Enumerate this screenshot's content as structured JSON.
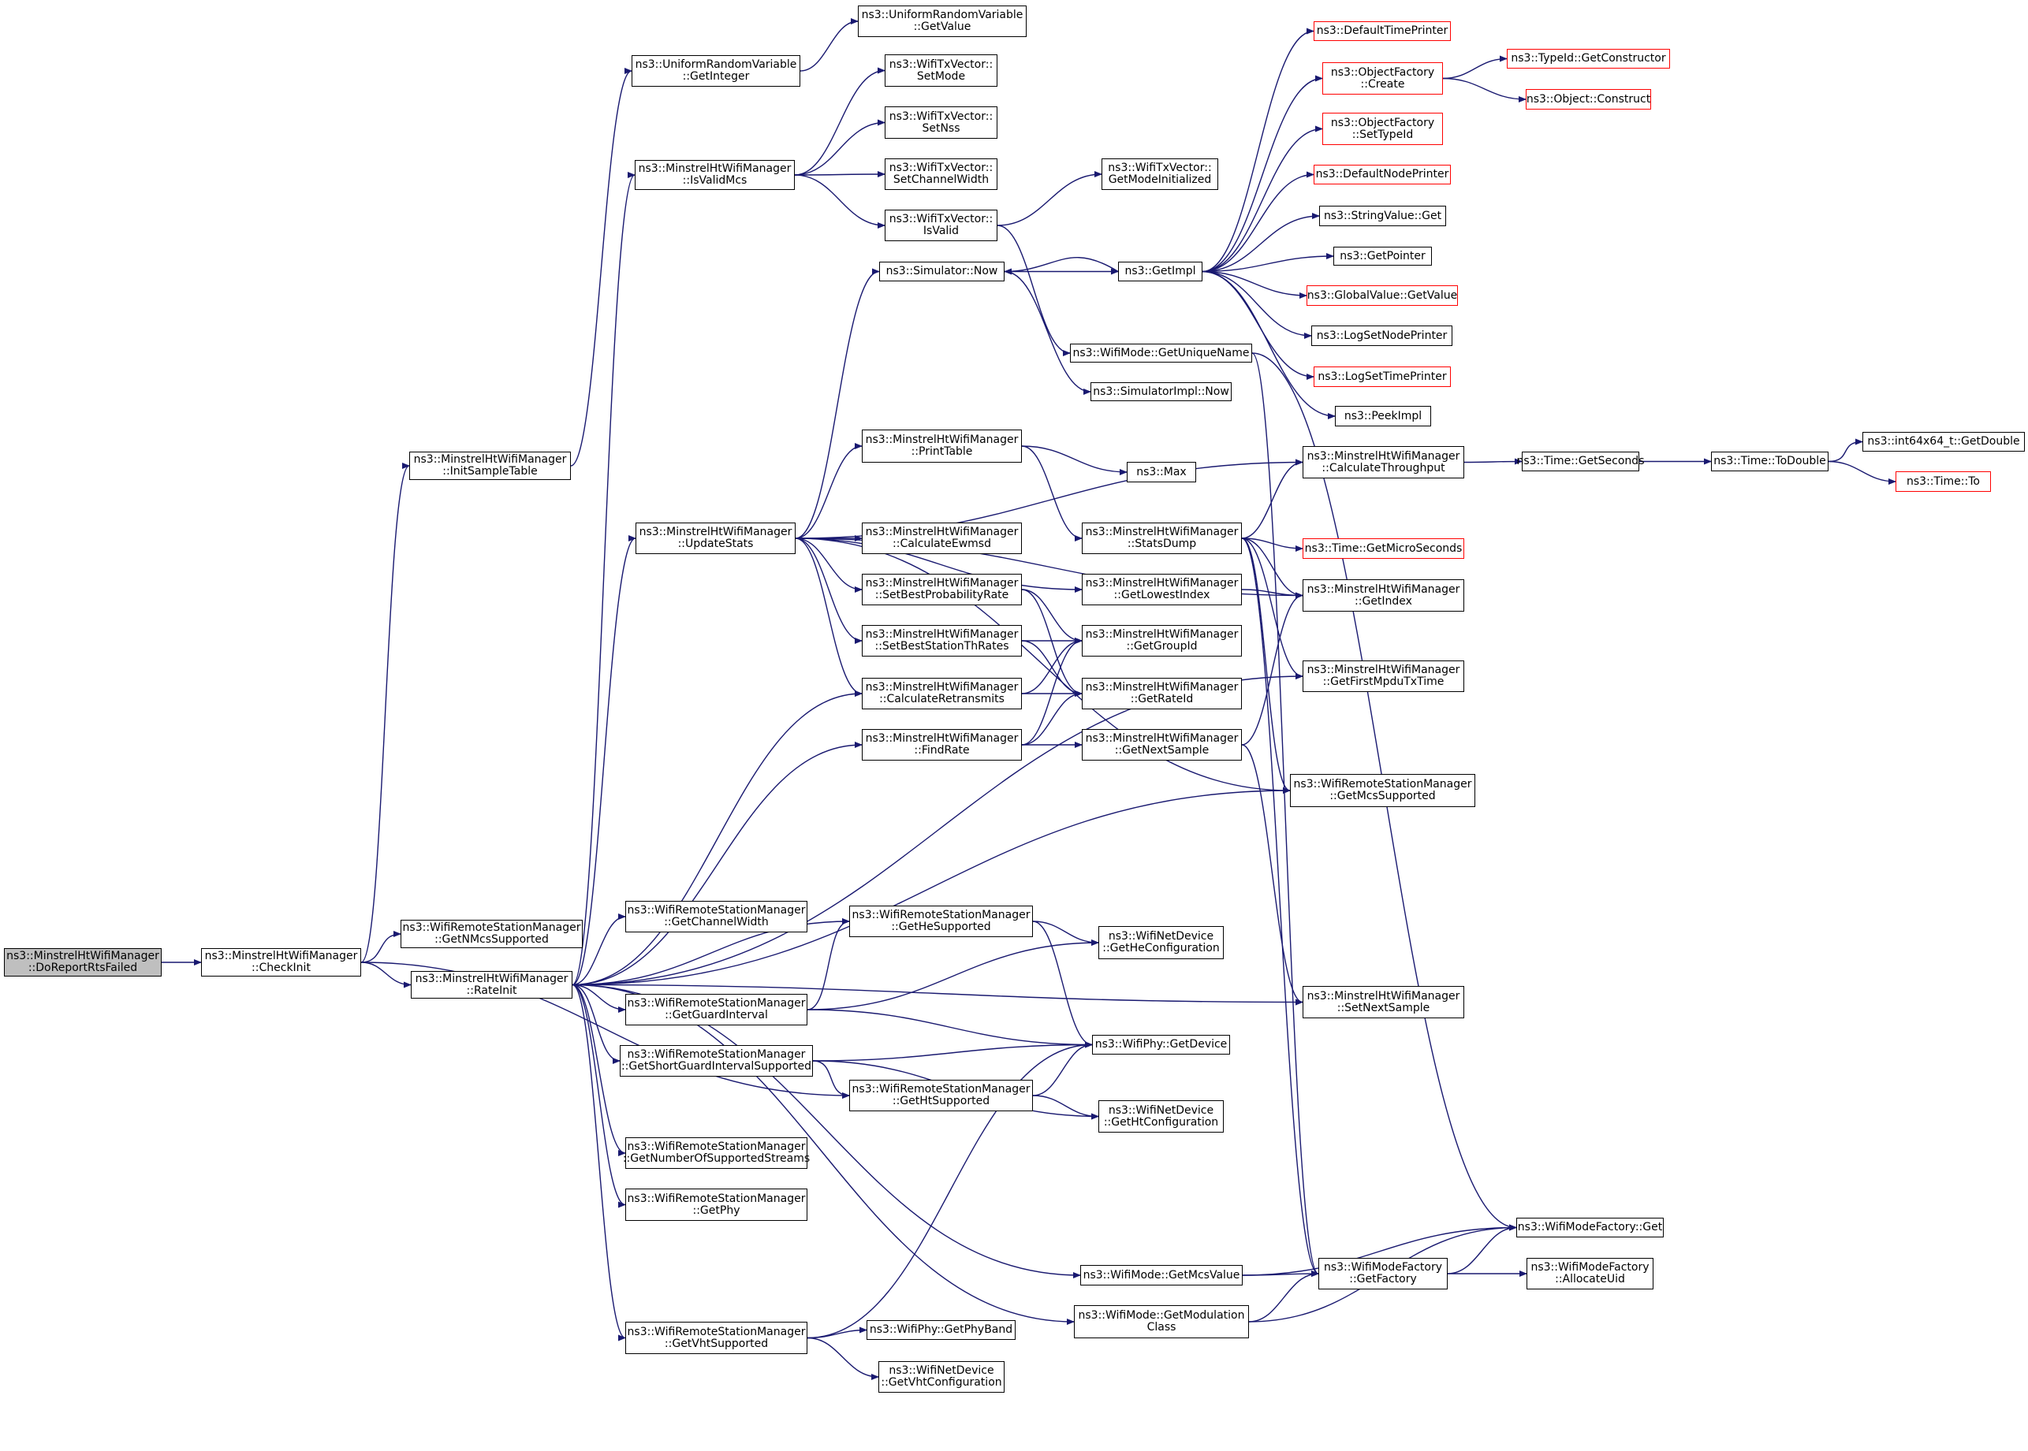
{
  "colors": {
    "edge": "#191970",
    "node_border": "#000000",
    "truncated_border": "#ff0000",
    "root_fill": "#bfbfbf",
    "background": "#ffffff"
  },
  "nodes": [
    {
      "id": "doreport",
      "lines": [
        "ns3::MinstrelHtWifiManager",
        "::DoReportRtsFailed"
      ],
      "style": "root"
    },
    {
      "id": "checkinit",
      "lines": [
        "ns3::MinstrelHtWifiManager",
        "::CheckInit"
      ],
      "style": "normal"
    },
    {
      "id": "initsample",
      "lines": [
        "ns3::MinstrelHtWifiManager",
        "::InitSampleTable"
      ],
      "style": "normal"
    },
    {
      "id": "getnmcs",
      "lines": [
        "ns3::WifiRemoteStationManager",
        "::GetNMcsSupported"
      ],
      "style": "normal"
    },
    {
      "id": "rateinit",
      "lines": [
        "ns3::MinstrelHtWifiManager",
        "::RateInit"
      ],
      "style": "normal"
    },
    {
      "id": "urv_getint",
      "lines": [
        "ns3::UniformRandomVariable",
        "::GetInteger"
      ],
      "style": "normal"
    },
    {
      "id": "urv_getval",
      "lines": [
        "ns3::UniformRandomVariable",
        "::GetValue"
      ],
      "style": "normal"
    },
    {
      "id": "isvalidmcs",
      "lines": [
        "ns3::MinstrelHtWifiManager",
        "::IsValidMcs"
      ],
      "style": "normal"
    },
    {
      "id": "setmode",
      "lines": [
        "ns3::WifiTxVector::",
        "SetMode"
      ],
      "style": "normal"
    },
    {
      "id": "setnss",
      "lines": [
        "ns3::WifiTxVector::",
        "SetNss"
      ],
      "style": "normal"
    },
    {
      "id": "setchw",
      "lines": [
        "ns3::WifiTxVector::",
        "SetChannelWidth"
      ],
      "style": "normal"
    },
    {
      "id": "isvalid",
      "lines": [
        "ns3::WifiTxVector::",
        "IsValid"
      ],
      "style": "normal"
    },
    {
      "id": "getmodeinit",
      "lines": [
        "ns3::WifiTxVector::",
        "GetModeInitialized"
      ],
      "style": "normal"
    },
    {
      "id": "simnow",
      "lines": [
        "ns3::Simulator::Now"
      ],
      "style": "normal"
    },
    {
      "id": "getimpl",
      "lines": [
        "ns3::GetImpl"
      ],
      "style": "normal"
    },
    {
      "id": "getuniquename",
      "lines": [
        "ns3::WifiMode::GetUniqueName"
      ],
      "style": "normal"
    },
    {
      "id": "simimplnow",
      "lines": [
        "ns3::SimulatorImpl::Now"
      ],
      "style": "normal"
    },
    {
      "id": "deftimeprinter",
      "lines": [
        "ns3::DefaultTimePrinter"
      ],
      "style": "red"
    },
    {
      "id": "ofcreate",
      "lines": [
        "ns3::ObjectFactory",
        "::Create"
      ],
      "style": "red"
    },
    {
      "id": "typeidgetctor",
      "lines": [
        "ns3::TypeId::GetConstructor"
      ],
      "style": "red"
    },
    {
      "id": "objconstruct",
      "lines": [
        "ns3::Object::Construct"
      ],
      "style": "red"
    },
    {
      "id": "ofsettypeid",
      "lines": [
        "ns3::ObjectFactory",
        "::SetTypeId"
      ],
      "style": "red"
    },
    {
      "id": "defnodeprinter",
      "lines": [
        "ns3::DefaultNodePrinter"
      ],
      "style": "red"
    },
    {
      "id": "stringvalueget",
      "lines": [
        "ns3::StringValue::Get"
      ],
      "style": "normal"
    },
    {
      "id": "getpointer",
      "lines": [
        "ns3::GetPointer"
      ],
      "style": "normal"
    },
    {
      "id": "globalvaluegetvalue",
      "lines": [
        "ns3::GlobalValue::GetValue"
      ],
      "style": "red"
    },
    {
      "id": "logsetnodeprinter",
      "lines": [
        "ns3::LogSetNodePrinter"
      ],
      "style": "normal"
    },
    {
      "id": "logsettimeprinter",
      "lines": [
        "ns3::LogSetTimePrinter"
      ],
      "style": "red"
    },
    {
      "id": "peekimpl",
      "lines": [
        "ns3::PeekImpl"
      ],
      "style": "normal"
    },
    {
      "id": "calcthroughput",
      "lines": [
        "ns3::MinstrelHtWifiManager",
        "::CalculateThroughput"
      ],
      "style": "normal"
    },
    {
      "id": "timegetseconds",
      "lines": [
        "ns3::Time::GetSeconds"
      ],
      "style": "normal"
    },
    {
      "id": "timetodouble",
      "lines": [
        "ns3::Time::ToDouble"
      ],
      "style": "normal"
    },
    {
      "id": "int64getdouble",
      "lines": [
        "ns3::int64x64_t::GetDouble"
      ],
      "style": "normal"
    },
    {
      "id": "timeto",
      "lines": [
        "ns3::Time::To"
      ],
      "style": "red"
    },
    {
      "id": "updatestats",
      "lines": [
        "ns3::MinstrelHtWifiManager",
        "::UpdateStats"
      ],
      "style": "normal"
    },
    {
      "id": "printtable",
      "lines": [
        "ns3::MinstrelHtWifiManager",
        "::PrintTable"
      ],
      "style": "normal"
    },
    {
      "id": "ns3max",
      "lines": [
        "ns3::Max"
      ],
      "style": "normal"
    },
    {
      "id": "statsdump",
      "lines": [
        "ns3::MinstrelHtWifiManager",
        "::StatsDump"
      ],
      "style": "normal"
    },
    {
      "id": "timegetmicro",
      "lines": [
        "ns3::Time::GetMicroSeconds"
      ],
      "style": "red"
    },
    {
      "id": "calcewmsd",
      "lines": [
        "ns3::MinstrelHtWifiManager",
        "::CalculateEwmsd"
      ],
      "style": "normal"
    },
    {
      "id": "getlowestindex",
      "lines": [
        "ns3::MinstrelHtWifiManager",
        "::GetLowestIndex"
      ],
      "style": "normal"
    },
    {
      "id": "getindex",
      "lines": [
        "ns3::MinstrelHtWifiManager",
        "::GetIndex"
      ],
      "style": "normal"
    },
    {
      "id": "setbestprob",
      "lines": [
        "ns3::MinstrelHtWifiManager",
        "::SetBestProbabilityRate"
      ],
      "style": "normal"
    },
    {
      "id": "setbeststation",
      "lines": [
        "ns3::MinstrelHtWifiManager",
        "::SetBestStationThRates"
      ],
      "style": "normal"
    },
    {
      "id": "getgroupid",
      "lines": [
        "ns3::MinstrelHtWifiManager",
        "::GetGroupId"
      ],
      "style": "normal"
    },
    {
      "id": "getfirstmpdu",
      "lines": [
        "ns3::MinstrelHtWifiManager",
        "::GetFirstMpduTxTime"
      ],
      "style": "normal"
    },
    {
      "id": "calcretransmits",
      "lines": [
        "ns3::MinstrelHtWifiManager",
        "::CalculateRetransmits"
      ],
      "style": "normal"
    },
    {
      "id": "getrateid",
      "lines": [
        "ns3::MinstrelHtWifiManager",
        "::GetRateId"
      ],
      "style": "normal"
    },
    {
      "id": "findrate",
      "lines": [
        "ns3::MinstrelHtWifiManager",
        "::FindRate"
      ],
      "style": "normal"
    },
    {
      "id": "getnextsample",
      "lines": [
        "ns3::MinstrelHtWifiManager",
        "::GetNextSample"
      ],
      "style": "normal"
    },
    {
      "id": "getmcssupported",
      "lines": [
        "ns3::WifiRemoteStationManager",
        "::GetMcsSupported"
      ],
      "style": "normal"
    },
    {
      "id": "getchannelwidth",
      "lines": [
        "ns3::WifiRemoteStationManager",
        "::GetChannelWidth"
      ],
      "style": "normal"
    },
    {
      "id": "gethesupported",
      "lines": [
        "ns3::WifiRemoteStationManager",
        "::GetHeSupported"
      ],
      "style": "normal"
    },
    {
      "id": "wndgethecfg",
      "lines": [
        "ns3::WifiNetDevice",
        "::GetHeConfiguration"
      ],
      "style": "normal"
    },
    {
      "id": "setnextsample",
      "lines": [
        "ns3::MinstrelHtWifiManager",
        "::SetNextSample"
      ],
      "style": "normal"
    },
    {
      "id": "getguardinterval",
      "lines": [
        "ns3::WifiRemoteStationManager",
        "::GetGuardInterval"
      ],
      "style": "normal"
    },
    {
      "id": "wifiphygetdevice",
      "lines": [
        "ns3::WifiPhy::GetDevice"
      ],
      "style": "normal"
    },
    {
      "id": "getsgisupported",
      "lines": [
        "ns3::WifiRemoteStationManager",
        "::GetShortGuardIntervalSupported"
      ],
      "style": "normal"
    },
    {
      "id": "gethtsupported",
      "lines": [
        "ns3::WifiRemoteStationManager",
        "::GetHtSupported"
      ],
      "style": "normal"
    },
    {
      "id": "wndgethtcfg",
      "lines": [
        "ns3::WifiNetDevice",
        "::GetHtConfiguration"
      ],
      "style": "normal"
    },
    {
      "id": "getnumstreams",
      "lines": [
        "ns3::WifiRemoteStationManager",
        "::GetNumberOfSupportedStreams"
      ],
      "style": "normal"
    },
    {
      "id": "getphy",
      "lines": [
        "ns3::WifiRemoteStationManager",
        "::GetPhy"
      ],
      "style": "normal"
    },
    {
      "id": "wmfget",
      "lines": [
        "ns3::WifiModeFactory::Get"
      ],
      "style": "normal"
    },
    {
      "id": "getmcsvalue",
      "lines": [
        "ns3::WifiMode::GetMcsValue"
      ],
      "style": "normal"
    },
    {
      "id": "wmfgetfactory",
      "lines": [
        "ns3::WifiModeFactory",
        "::GetFactory"
      ],
      "style": "normal"
    },
    {
      "id": "wmfallocateuid",
      "lines": [
        "ns3::WifiModeFactory",
        "::AllocateUid"
      ],
      "style": "normal"
    },
    {
      "id": "getmodclass",
      "lines": [
        "ns3::WifiMode::GetModulation",
        "Class"
      ],
      "style": "normal"
    },
    {
      "id": "getvhtsupported",
      "lines": [
        "ns3::WifiRemoteStationManager",
        "::GetVhtSupported"
      ],
      "style": "normal"
    },
    {
      "id": "getphyband",
      "lines": [
        "ns3::WifiPhy::GetPhyBand"
      ],
      "style": "normal"
    },
    {
      "id": "wndgetvhtcfg",
      "lines": [
        "ns3::WifiNetDevice",
        "::GetVhtConfiguration"
      ],
      "style": "normal"
    }
  ],
  "edges": [
    [
      "doreport",
      "checkinit"
    ],
    [
      "checkinit",
      "initsample"
    ],
    [
      "checkinit",
      "getnmcs"
    ],
    [
      "checkinit",
      "rateinit"
    ],
    [
      "checkinit",
      "gethtsupported"
    ],
    [
      "initsample",
      "urv_getint"
    ],
    [
      "urv_getint",
      "urv_getval"
    ],
    [
      "rateinit",
      "isvalidmcs"
    ],
    [
      "rateinit",
      "updatestats"
    ],
    [
      "rateinit",
      "calcretransmits"
    ],
    [
      "rateinit",
      "findrate"
    ],
    [
      "rateinit",
      "getfirstmpdu"
    ],
    [
      "rateinit",
      "getmcssupported"
    ],
    [
      "rateinit",
      "getchannelwidth"
    ],
    [
      "rateinit",
      "gethesupported"
    ],
    [
      "rateinit",
      "getguardinterval"
    ],
    [
      "rateinit",
      "getsgisupported"
    ],
    [
      "rateinit",
      "setnextsample"
    ],
    [
      "rateinit",
      "getnumstreams"
    ],
    [
      "rateinit",
      "getphy"
    ],
    [
      "rateinit",
      "getmcsvalue"
    ],
    [
      "rateinit",
      "getvhtsupported"
    ],
    [
      "rateinit",
      "getmodclass"
    ],
    [
      "isvalidmcs",
      "setmode"
    ],
    [
      "isvalidmcs",
      "setnss"
    ],
    [
      "isvalidmcs",
      "setchw"
    ],
    [
      "isvalidmcs",
      "isvalid"
    ],
    [
      "isvalid",
      "getmodeinit"
    ],
    [
      "isvalid",
      "getuniquename"
    ],
    [
      "simnow",
      "getimpl"
    ],
    [
      "simnow",
      "simimplnow"
    ],
    [
      "getimpl",
      "deftimeprinter"
    ],
    [
      "getimpl",
      "ofcreate"
    ],
    [
      "getimpl",
      "ofsettypeid"
    ],
    [
      "getimpl",
      "defnodeprinter"
    ],
    [
      "getimpl",
      "stringvalueget"
    ],
    [
      "getimpl",
      "getpointer"
    ],
    [
      "getimpl",
      "globalvaluegetvalue"
    ],
    [
      "getimpl",
      "logsetnodeprinter"
    ],
    [
      "getimpl",
      "logsettimeprinter"
    ],
    [
      "getimpl",
      "peekimpl"
    ],
    [
      "getimpl",
      "simnow"
    ],
    [
      "ofcreate",
      "typeidgetctor"
    ],
    [
      "ofcreate",
      "objconstruct"
    ],
    [
      "getuniquename",
      "wmfget"
    ],
    [
      "getuniquename",
      "wmfgetfactory"
    ],
    [
      "updatestats",
      "simnow"
    ],
    [
      "updatestats",
      "printtable"
    ],
    [
      "updatestats",
      "calcewmsd"
    ],
    [
      "updatestats",
      "setbestprob"
    ],
    [
      "updatestats",
      "setbeststation"
    ],
    [
      "updatestats",
      "calcretransmits"
    ],
    [
      "updatestats",
      "getlowestindex"
    ],
    [
      "updatestats",
      "getindex"
    ],
    [
      "updatestats",
      "calcthroughput"
    ],
    [
      "updatestats",
      "getmcssupported"
    ],
    [
      "printtable",
      "ns3max"
    ],
    [
      "printtable",
      "statsdump"
    ],
    [
      "statsdump",
      "timegetmicro"
    ],
    [
      "statsdump",
      "getindex"
    ],
    [
      "statsdump",
      "calcthroughput"
    ],
    [
      "statsdump",
      "getfirstmpdu"
    ],
    [
      "statsdump",
      "getmcssupported"
    ],
    [
      "statsdump",
      "wmfgetfactory"
    ],
    [
      "calcthroughput",
      "timegetseconds"
    ],
    [
      "timegetseconds",
      "timetodouble"
    ],
    [
      "timetodouble",
      "int64getdouble"
    ],
    [
      "timetodouble",
      "timeto"
    ],
    [
      "getlowestindex",
      "getindex"
    ],
    [
      "setbestprob",
      "getgroupid"
    ],
    [
      "setbestprob",
      "getrateid"
    ],
    [
      "setbeststation",
      "getgroupid"
    ],
    [
      "setbeststation",
      "getrateid"
    ],
    [
      "calcretransmits",
      "getgroupid"
    ],
    [
      "calcretransmits",
      "getrateid"
    ],
    [
      "findrate",
      "getnextsample"
    ],
    [
      "findrate",
      "getgroupid"
    ],
    [
      "findrate",
      "getrateid"
    ],
    [
      "getnextsample",
      "getindex"
    ],
    [
      "getnextsample",
      "setnextsample"
    ],
    [
      "gethesupported",
      "wndgethecfg"
    ],
    [
      "gethesupported",
      "wifiphygetdevice"
    ],
    [
      "getguardinterval",
      "gethesupported"
    ],
    [
      "getguardinterval",
      "wndgethecfg"
    ],
    [
      "getguardinterval",
      "wifiphygetdevice"
    ],
    [
      "getsgisupported",
      "gethtsupported"
    ],
    [
      "getsgisupported",
      "wifiphygetdevice"
    ],
    [
      "getsgisupported",
      "wndgethtcfg"
    ],
    [
      "gethtsupported",
      "wifiphygetdevice"
    ],
    [
      "gethtsupported",
      "wndgethtcfg"
    ],
    [
      "getvhtsupported",
      "getphyband"
    ],
    [
      "getvhtsupported",
      "wndgetvhtcfg"
    ],
    [
      "getvhtsupported",
      "wifiphygetdevice"
    ],
    [
      "getmcsvalue",
      "wmfgetfactory"
    ],
    [
      "getmcsvalue",
      "wmfget"
    ],
    [
      "wmfgetfactory",
      "wmfget"
    ],
    [
      "wmfgetfactory",
      "wmfallocateuid"
    ],
    [
      "getmodclass",
      "wmfgetfactory"
    ],
    [
      "getmodclass",
      "wmfget"
    ]
  ]
}
